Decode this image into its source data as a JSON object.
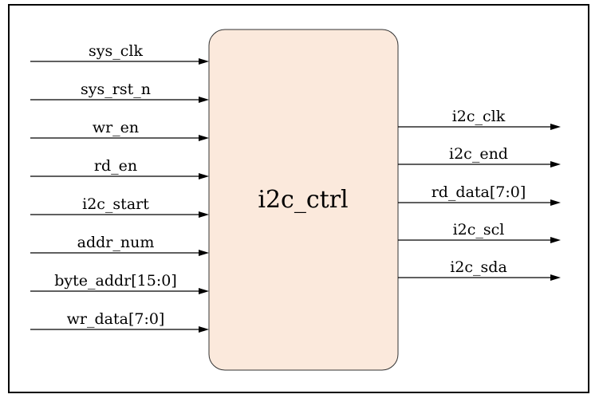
{
  "module": {
    "name": "i2c_ctrl",
    "fill_color": "#fbe9dc"
  },
  "inputs": [
    {
      "name": "sys_clk"
    },
    {
      "name": "sys_rst_n"
    },
    {
      "name": "wr_en"
    },
    {
      "name": "rd_en"
    },
    {
      "name": "i2c_start"
    },
    {
      "name": "addr_num"
    },
    {
      "name": "byte_addr[15:0]"
    },
    {
      "name": "wr_data[7:0]"
    }
  ],
  "outputs": [
    {
      "name": "i2c_clk"
    },
    {
      "name": "i2c_end"
    },
    {
      "name": "rd_data[7:0]"
    },
    {
      "name": "i2c_scl"
    },
    {
      "name": "i2c_sda"
    }
  ]
}
